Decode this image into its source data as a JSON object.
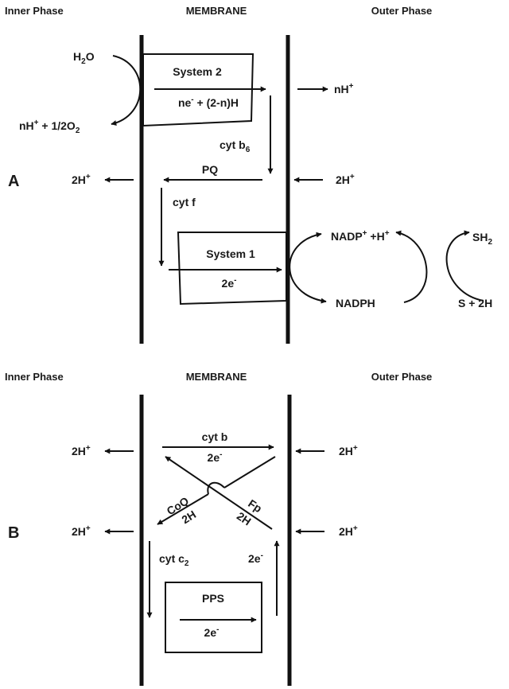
{
  "panel_a": {
    "letter": "A",
    "header_inner": "Inner Phase",
    "header_membrane": "MEMBRANE",
    "header_outer": "Outer Phase",
    "water": {
      "main": "H",
      "sub": "2",
      "rest": "O"
    },
    "proton_oxygen": {
      "main": "nH",
      "sup": "+",
      "mid": " + 1/2O",
      "sub": "2"
    },
    "system2": "System 2",
    "electrons_protons": {
      "a": "ne",
      "sup": "-",
      "b": " + (2-n)H"
    },
    "outer_nh": {
      "main": "nH",
      "sup": "+"
    },
    "cyt_b6": {
      "main": "cyt b",
      "sub": "6"
    },
    "pq": "PQ",
    "inner_2h": {
      "main": "2H",
      "sup": "+"
    },
    "outer_2h": {
      "main": "2H",
      "sup": "+"
    },
    "cyt_f": "cyt f",
    "system1": "System 1",
    "two_e": {
      "main": "2e",
      "sup": "-"
    },
    "nadp": {
      "a": "NADP",
      "sup1": "+",
      "b": " +H",
      "sup2": "+"
    },
    "nadph": "NADPH",
    "sh2": {
      "main": "SH",
      "sub": "2"
    },
    "s_2h": "S + 2H"
  },
  "panel_b": {
    "letter": "B",
    "header_inner": "Inner Phase",
    "header_membrane": "MEMBRANE",
    "header_outer": "Outer Phase",
    "inner_2h_top": {
      "main": "2H",
      "sup": "+"
    },
    "outer_2h_top": {
      "main": "2H",
      "sup": "+"
    },
    "inner_2h_bottom": {
      "main": "2H",
      "sup": "+"
    },
    "outer_2h_bottom": {
      "main": "2H",
      "sup": "+"
    },
    "cyt_b": "cyt b",
    "two_e_top": {
      "main": "2e",
      "sup": "-"
    },
    "coq": "CoQ",
    "coq_2h": "2H",
    "fp": "Fp",
    "fp_2h": "2H",
    "cyt_c2": {
      "main": "cyt c",
      "sub": "2"
    },
    "two_e_right": {
      "main": "2e",
      "sup": "-"
    },
    "pps": "PPS",
    "two_e_pps": {
      "main": "2e",
      "sup": "-"
    }
  }
}
